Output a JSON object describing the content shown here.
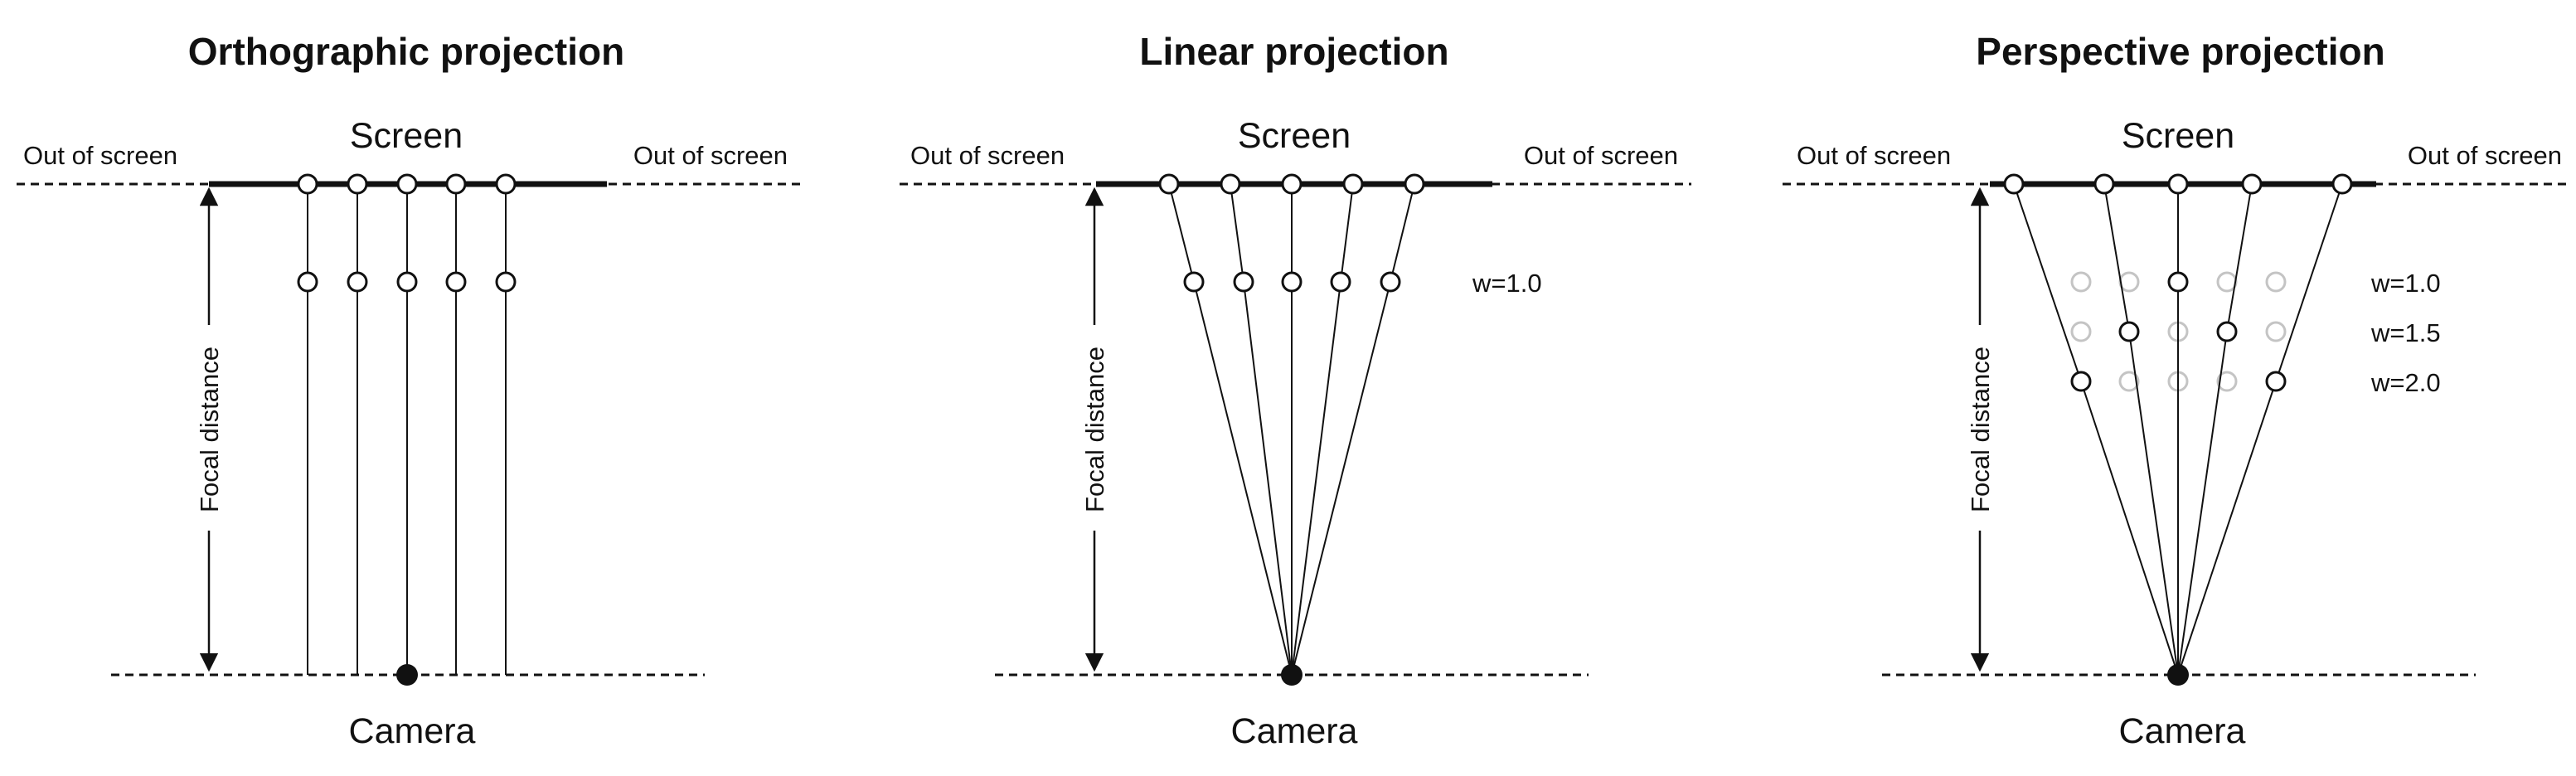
{
  "colors": {
    "ink": "#111111",
    "faded": "#c4c4c4",
    "background": "#ffffff"
  },
  "panels": [
    {
      "title": "Orthographic projection",
      "screen_label": "Screen",
      "camera_label": "Camera",
      "out_left": "Out of screen",
      "out_right": "Out of screen",
      "axis_label": "Focal distance",
      "w_labels": []
    },
    {
      "title": "Linear projection",
      "screen_label": "Screen",
      "camera_label": "Camera",
      "out_left": "Out of screen",
      "out_right": "Out of screen",
      "axis_label": "Focal distance",
      "w_labels": [
        "w=1.0"
      ]
    },
    {
      "title": "Perspective projection",
      "screen_label": "Screen",
      "camera_label": "Camera",
      "out_left": "Out of screen",
      "out_right": "Out of screen",
      "axis_label": "Focal distance",
      "w_labels": [
        "w=1.0",
        "w=1.5",
        "w=2.0"
      ]
    }
  ]
}
